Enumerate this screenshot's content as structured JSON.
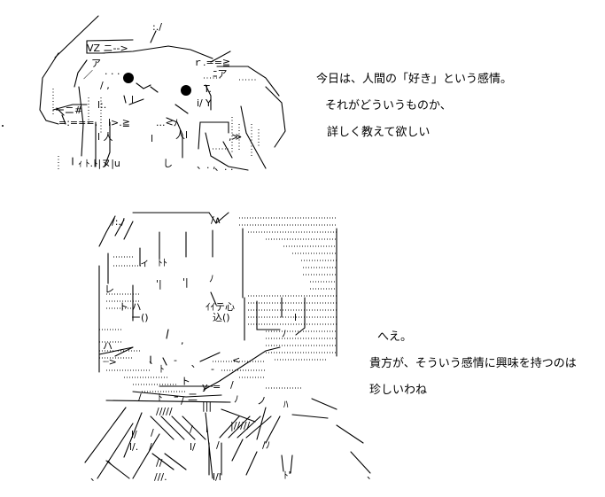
{
  "colors": {
    "background": "#ffffff",
    "ink": "#000000"
  },
  "dialogue_top": {
    "lines": [
      "今日は、人間の「好き」という感情。",
      "それがどういうものか、",
      "詳しく教えて欲しい"
    ]
  },
  "dialogue_bottom": {
    "lines": [
      "へえ。",
      "貴方が、そういう感情に興味を持つのは",
      "珍しいわね"
    ]
  },
  "art_top": {
    "fragments": [
      ":./",
      "VZ ニ-->",
      "ア",
      "／",
      ". . .",
      "ｒ.==≧",
      "ﾆア",
      "/ ,",
      "l",
      "ーニ#",
      "=:===,",
      "l:.",
      "T.",
      "i/",
      "l  人",
      "l>.≧",
      "...<ﾉ",
      "l",
      "人l",
      "Y",
      ",≫",
      "ｨ",
      "ﾄ.ﾄ|ヌ|u",
      "し",
      "、. ,",
      "、.  ."
    ]
  },
  "art_bottom": {
    "fragments": [
      "/:./",
      "/∧",
      "ィ",
      "ﾄﾄ",
      "レ",
      "'|",
      "'|",
      "ﾉ",
      "ト ハ",
      "ー()",
      "ｲｲテ心",
      "込()",
      "l",
      "ﾉ",
      ",",
      "ハ",
      "┈>",
      "、",
      "-",
      "､",
      "<",
      "ﾄ",
      "-",
      "ト",
      "y",
      "=",
      "/",
      "ﾄ",
      "ｰ",
      "/",
      "二",
      "/",
      "|||",
      "ﾉ",
      "ノ",
      "ﾊ",
      "/////",
      "l/",
      "/",
      "/",
      "l",
      "|/////",
      "l/.",
      "/",
      "l/",
      "/",
      "/ﾉ",
      "//",
      "///.",
      "l/l",
      "ﾄ'",
      "ヽ",
      "、",
      "、"
    ]
  }
}
